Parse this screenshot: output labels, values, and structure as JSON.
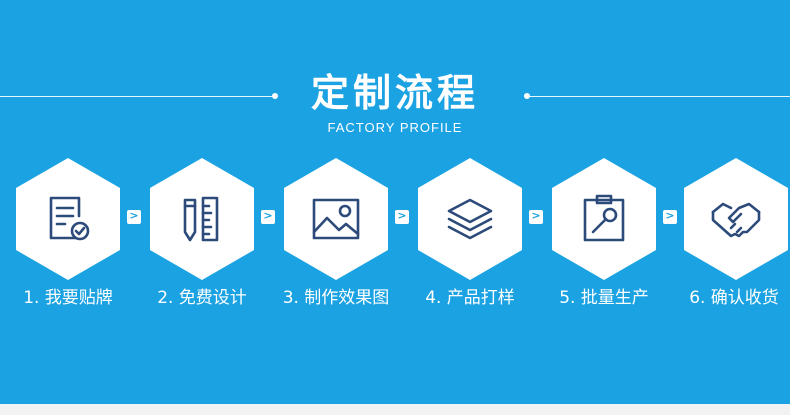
{
  "header": {
    "title": "定制流程",
    "subtitle": "FACTORY PROFILE"
  },
  "colors": {
    "background": "#1ba2e2",
    "hex_fill": "#ffffff",
    "icon_stroke": "#2c4a7a",
    "accent": "#1ba2e2"
  },
  "steps": [
    {
      "label": "1. 我要贴牌",
      "icon": "document-check-icon"
    },
    {
      "label": "2. 免费设计",
      "icon": "ruler-pencil-icon"
    },
    {
      "label": "3. 制作效果图",
      "icon": "image-icon"
    },
    {
      "label": "4. 产品打样",
      "icon": "layers-icon"
    },
    {
      "label": "5. 批量生产",
      "icon": "wrench-clipboard-icon"
    },
    {
      "label": "6. 确认收货",
      "icon": "handshake-icon"
    }
  ],
  "arrow_glyph": ">"
}
